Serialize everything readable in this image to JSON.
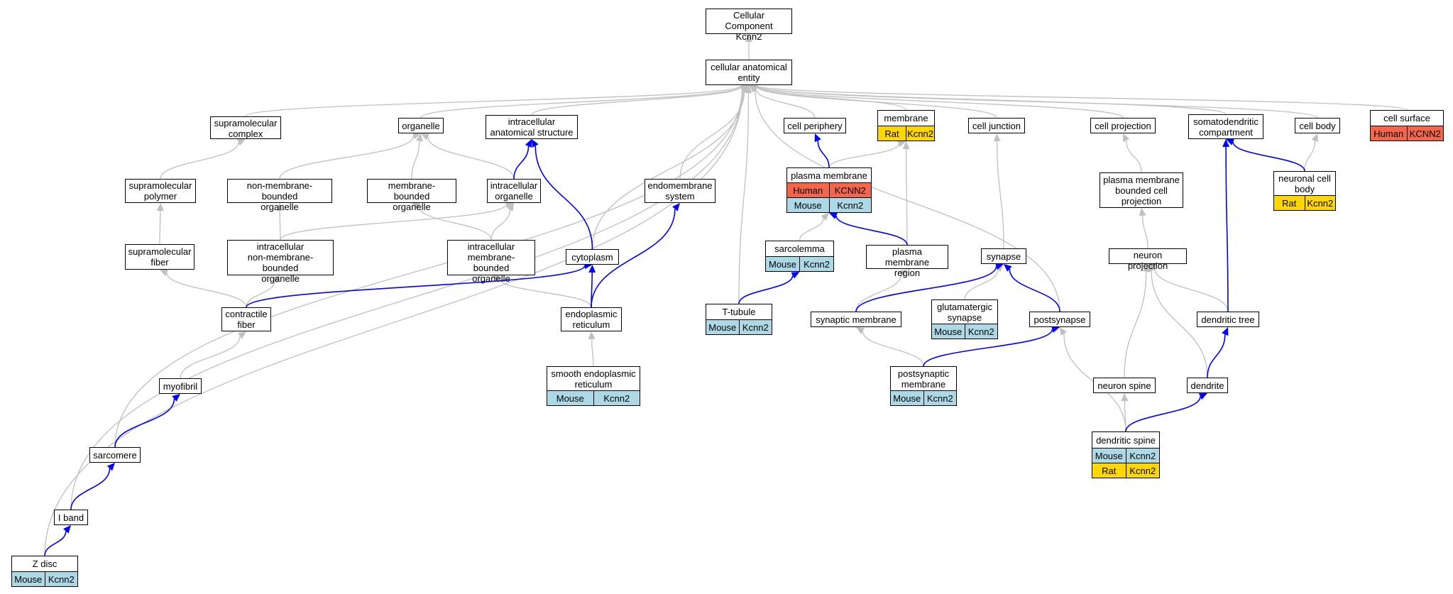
{
  "colors": {
    "Mouse": "#ADD8E6",
    "Rat": "#FFD700",
    "Human": "#F4664C",
    "edge_is_a": "#C0C0C0",
    "edge_part_of": "#0000FF"
  },
  "nodes": {
    "root": {
      "label": "Cellular Component\nKcnn2"
    },
    "cae": {
      "label": "cellular anatomical\nentity"
    },
    "supcomplex": {
      "label": "supramolecular\ncomplex"
    },
    "organelle": {
      "label": "organelle"
    },
    "ias": {
      "label": "intracellular\nanatomical structure"
    },
    "cellperiph": {
      "label": "cell periphery"
    },
    "membrane": {
      "label": "membrane",
      "rows": [
        [
          {
            "sp": "Rat",
            "t": "Rat"
          },
          {
            "sp": "Rat",
            "t": "Kcnn2"
          }
        ]
      ]
    },
    "celljunction": {
      "label": "cell junction"
    },
    "cellproj": {
      "label": "cell projection"
    },
    "somato": {
      "label": "somatodendritic\ncompartment"
    },
    "cellbody": {
      "label": "cell body"
    },
    "cellsurface": {
      "label": "cell surface",
      "rows": [
        [
          {
            "sp": "Human",
            "t": "Human"
          },
          {
            "sp": "Human",
            "t": "KCNN2"
          }
        ]
      ]
    },
    "suppolymer": {
      "label": "supramolecular\npolymer"
    },
    "nmbo": {
      "label": "non-membrane-bounded\norganelle"
    },
    "mbo": {
      "label": "membrane-bounded\norganelle"
    },
    "io": {
      "label": "intracellular\norganelle"
    },
    "endomem": {
      "label": "endomembrane\nsystem"
    },
    "pm": {
      "label": "plasma membrane",
      "rows": [
        [
          {
            "sp": "Human",
            "t": "Human"
          },
          {
            "sp": "Human",
            "t": "KCNN2"
          }
        ],
        [
          {
            "sp": "Mouse",
            "t": "Mouse"
          },
          {
            "sp": "Mouse",
            "t": "Kcnn2"
          }
        ]
      ]
    },
    "pmbcp": {
      "label": "plasma membrane\nbounded cell\nprojection"
    },
    "ncb": {
      "label": "neuronal cell\nbody",
      "rows": [
        [
          {
            "sp": "Rat",
            "t": "Rat"
          },
          {
            "sp": "Rat",
            "t": "Kcnn2"
          }
        ]
      ]
    },
    "supfiber": {
      "label": "supramolecular\nfiber"
    },
    "inmbo": {
      "label": "intracellular\nnon-membrane-bounded\norganelle"
    },
    "imbo": {
      "label": "intracellular\nmembrane-bounded\norganelle"
    },
    "cytoplasm": {
      "label": "cytoplasm"
    },
    "sarcolemma": {
      "label": "sarcolemma",
      "rows": [
        [
          {
            "sp": "Mouse",
            "t": "Mouse"
          },
          {
            "sp": "Mouse",
            "t": "Kcnn2"
          }
        ]
      ]
    },
    "pmr": {
      "label": "plasma membrane\nregion"
    },
    "synapse": {
      "label": "synapse"
    },
    "neuronproj": {
      "label": "neuron projection"
    },
    "contractile": {
      "label": "contractile\nfiber"
    },
    "er": {
      "label": "endoplasmic\nreticulum"
    },
    "ttubule": {
      "label": "T-tubule",
      "rows": [
        [
          {
            "sp": "Mouse",
            "t": "Mouse"
          },
          {
            "sp": "Mouse",
            "t": "Kcnn2"
          }
        ]
      ]
    },
    "synmem": {
      "label": "synaptic membrane"
    },
    "glutsyn": {
      "label": "glutamatergic\nsynapse",
      "rows": [
        [
          {
            "sp": "Mouse",
            "t": "Mouse"
          },
          {
            "sp": "Mouse",
            "t": "Kcnn2"
          }
        ]
      ]
    },
    "postsyn": {
      "label": "postsynapse"
    },
    "dendtree": {
      "label": "dendritic tree"
    },
    "myofibril": {
      "label": "myofibril"
    },
    "ser": {
      "label": "smooth endoplasmic\nreticulum",
      "rows": [
        [
          {
            "sp": "Mouse",
            "t": "Mouse"
          },
          {
            "sp": "Mouse",
            "t": "Kcnn2"
          }
        ]
      ]
    },
    "psm": {
      "label": "postsynaptic\nmembrane",
      "rows": [
        [
          {
            "sp": "Mouse",
            "t": "Mouse"
          },
          {
            "sp": "Mouse",
            "t": "Kcnn2"
          }
        ]
      ]
    },
    "nspine": {
      "label": "neuron spine"
    },
    "dendrite": {
      "label": "dendrite"
    },
    "sarcomere": {
      "label": "sarcomere"
    },
    "dspine": {
      "label": "dendritic spine",
      "rows": [
        [
          {
            "sp": "Mouse",
            "t": "Mouse"
          },
          {
            "sp": "Mouse",
            "t": "Kcnn2"
          }
        ],
        [
          {
            "sp": "Rat",
            "t": "Rat"
          },
          {
            "sp": "Rat",
            "t": "Kcnn2"
          }
        ]
      ]
    },
    "iband": {
      "label": "I band"
    },
    "zdisc": {
      "label": "Z disc",
      "rows": [
        [
          {
            "sp": "Mouse",
            "t": "Mouse"
          },
          {
            "sp": "Mouse",
            "t": "Kcnn2"
          }
        ]
      ]
    }
  },
  "edges": [
    [
      "cae",
      "root",
      "is_a"
    ],
    [
      "supcomplex",
      "cae",
      "is_a"
    ],
    [
      "organelle",
      "cae",
      "is_a"
    ],
    [
      "ias",
      "cae",
      "is_a"
    ],
    [
      "cellperiph",
      "cae",
      "is_a"
    ],
    [
      "membrane",
      "cae",
      "is_a"
    ],
    [
      "celljunction",
      "cae",
      "is_a"
    ],
    [
      "cellproj",
      "cae",
      "is_a"
    ],
    [
      "somato",
      "cae",
      "is_a"
    ],
    [
      "cellbody",
      "cae",
      "is_a"
    ],
    [
      "cellsurface",
      "cae",
      "is_a"
    ],
    [
      "endomem",
      "cae",
      "is_a"
    ],
    [
      "cytoplasm",
      "cae",
      "is_a"
    ],
    [
      "ttubule",
      "cae",
      "is_a"
    ],
    [
      "postsyn",
      "cae",
      "is_a"
    ],
    [
      "sarcomere",
      "cae",
      "is_a"
    ],
    [
      "iband",
      "cae",
      "is_a"
    ],
    [
      "zdisc",
      "cae",
      "is_a"
    ],
    [
      "suppolymer",
      "supcomplex",
      "is_a"
    ],
    [
      "supfiber",
      "suppolymer",
      "is_a"
    ],
    [
      "contractile",
      "supfiber",
      "is_a"
    ],
    [
      "myofibril",
      "contractile",
      "is_a"
    ],
    [
      "nmbo",
      "organelle",
      "is_a"
    ],
    [
      "mbo",
      "organelle",
      "is_a"
    ],
    [
      "io",
      "organelle",
      "is_a"
    ],
    [
      "inmbo",
      "nmbo",
      "is_a"
    ],
    [
      "inmbo",
      "io",
      "is_a"
    ],
    [
      "imbo",
      "mbo",
      "is_a"
    ],
    [
      "imbo",
      "io",
      "is_a"
    ],
    [
      "contractile",
      "inmbo",
      "is_a"
    ],
    [
      "er",
      "imbo",
      "is_a"
    ],
    [
      "ser",
      "er",
      "is_a"
    ],
    [
      "pm",
      "membrane",
      "is_a"
    ],
    [
      "pmr",
      "membrane",
      "is_a"
    ],
    [
      "sarcolemma",
      "pm",
      "is_a"
    ],
    [
      "synapse",
      "celljunction",
      "is_a"
    ],
    [
      "glutsyn",
      "synapse",
      "is_a"
    ],
    [
      "synmem",
      "pmr",
      "is_a"
    ],
    [
      "psm",
      "synmem",
      "is_a"
    ],
    [
      "pmbcp",
      "cellproj",
      "is_a"
    ],
    [
      "neuronproj",
      "pmbcp",
      "is_a"
    ],
    [
      "dendtree",
      "neuronproj",
      "is_a"
    ],
    [
      "nspine",
      "neuronproj",
      "is_a"
    ],
    [
      "dendrite",
      "neuronproj",
      "is_a"
    ],
    [
      "dspine",
      "nspine",
      "is_a"
    ],
    [
      "dspine",
      "postsyn",
      "is_a"
    ],
    [
      "ncb",
      "cellbody",
      "is_a"
    ],
    [
      "io",
      "ias",
      "part_of"
    ],
    [
      "cytoplasm",
      "ias",
      "part_of"
    ],
    [
      "pm",
      "cellperiph",
      "part_of"
    ],
    [
      "ncb",
      "somato",
      "part_of"
    ],
    [
      "contractile",
      "cytoplasm",
      "part_of"
    ],
    [
      "er",
      "cytoplasm",
      "part_of"
    ],
    [
      "er",
      "endomem",
      "part_of"
    ],
    [
      "pmr",
      "pm",
      "part_of"
    ],
    [
      "ttubule",
      "sarcolemma",
      "part_of"
    ],
    [
      "synmem",
      "synapse",
      "part_of"
    ],
    [
      "postsyn",
      "synapse",
      "part_of"
    ],
    [
      "psm",
      "postsyn",
      "part_of"
    ],
    [
      "dendtree",
      "somato",
      "part_of"
    ],
    [
      "dendrite",
      "dendtree",
      "part_of"
    ],
    [
      "dspine",
      "dendrite",
      "part_of"
    ],
    [
      "sarcomere",
      "myofibril",
      "part_of"
    ],
    [
      "iband",
      "sarcomere",
      "part_of"
    ],
    [
      "zdisc",
      "iband",
      "part_of"
    ]
  ]
}
